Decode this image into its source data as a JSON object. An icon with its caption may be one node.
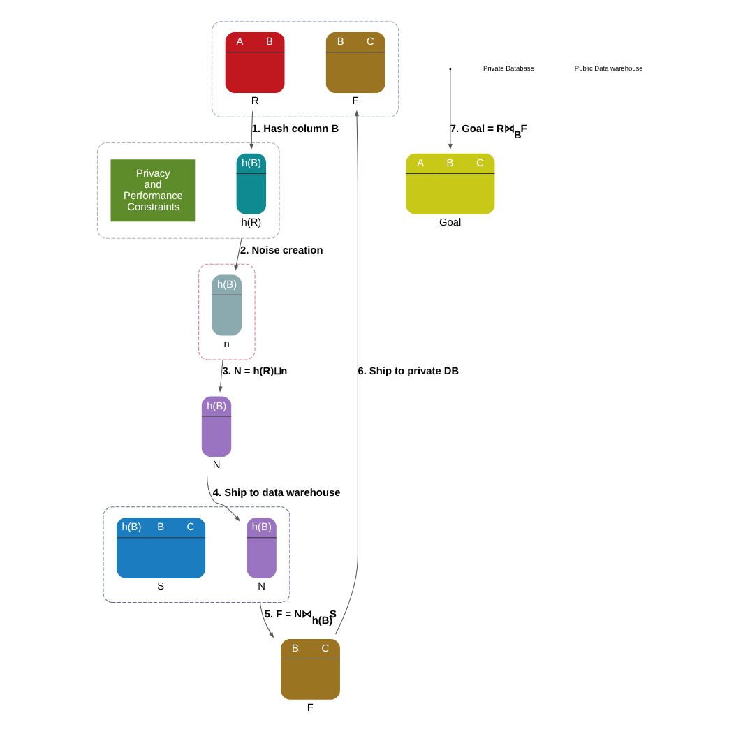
{
  "diagram": {
    "nodes": [
      {
        "text": [],
        "shape": "box"
      },
      {
        "text": [
          "A",
          "B"
        ],
        "beside": [
          "R"
        ],
        "in": 0
      },
      {
        "text": [
          "B",
          "C"
        ],
        "beside": [
          "F"
        ],
        "in": 0
      },
      {
        "text": [],
        "shape": "box"
      },
      {
        "text": [
          "h(B)"
        ],
        "beside": [
          "h(R)"
        ],
        "in": 3
      },
      {
        "text": [
          "Privacy and Performance Constraints"
        ],
        "in": 3
      },
      {
        "text": [],
        "shape": "box"
      },
      {
        "text": [
          "h(B)"
        ],
        "beside": [
          "n"
        ],
        "in": 6
      },
      {
        "text": [
          "A",
          "B",
          "C"
        ],
        "beside": [
          "Goal"
        ]
      },
      {
        "text": [
          "h(B)"
        ],
        "beside": [
          "N"
        ]
      },
      {
        "text": [],
        "shape": "box"
      },
      {
        "text": [
          "B",
          "C"
        ],
        "beside": [
          "F"
        ]
      },
      {
        "text": [
          "h(B)"
        ],
        "beside": [
          "N"
        ],
        "in": 10
      },
      {
        "text": [
          "h(B)",
          "B",
          "C"
        ],
        "beside": [
          "S"
        ],
        "in": 10
      }
    ],
    "edges": [
      {
        "from": 1,
        "to": 4,
        "arrow": "to",
        "label": "1. Hash column B"
      },
      {
        "from": 3,
        "to": 7,
        "arrow": "to",
        "label": "2. Noise creation"
      },
      {
        "from": 6,
        "to": 9,
        "arrow": "to",
        "label": "3. N = h(R)⊔n"
      },
      {
        "from": 9,
        "to": 12,
        "arrow": "to",
        "label": "4. Ship to data warehouse"
      },
      {
        "from": 10,
        "to": 11,
        "arrow": "to",
        "label": "5. F = N⋈$_{h(B)}$S"
      },
      {
        "from": 11,
        "to": 2,
        "arrow": "to",
        "label": "6. Ship to private DB"
      },
      {
        "from": null,
        "to": 8,
        "arrow": "to",
        "label": "7. Goal = R⋈$_{B}$F"
      }
    ],
    "labels": [
      "Private Database",
      "Public Data warehouse"
    ]
  }
}
